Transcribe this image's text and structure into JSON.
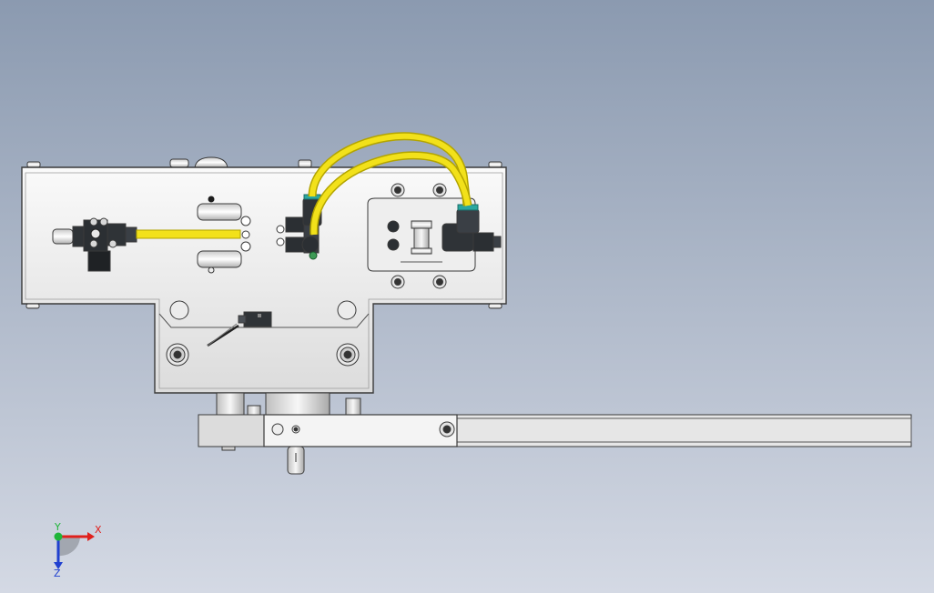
{
  "viewport": {
    "background_top": "#8b9ab0",
    "background_bottom": "#d4d9e4"
  },
  "colors": {
    "plate": "#f1f1f1",
    "edge": "#3a3a3a",
    "tube": "#f2e11a",
    "tube_dark": "#b3a400",
    "fitting": "#2b2f33",
    "fitting_light": "#5a6066",
    "teal_ring": "#2aa7a0",
    "axis_x": "#e0201c",
    "axis_y": "#1fb53a",
    "axis_z": "#2040d0"
  },
  "triad": {
    "x_label": "X",
    "y_label": "Y",
    "z_label": "Z"
  }
}
